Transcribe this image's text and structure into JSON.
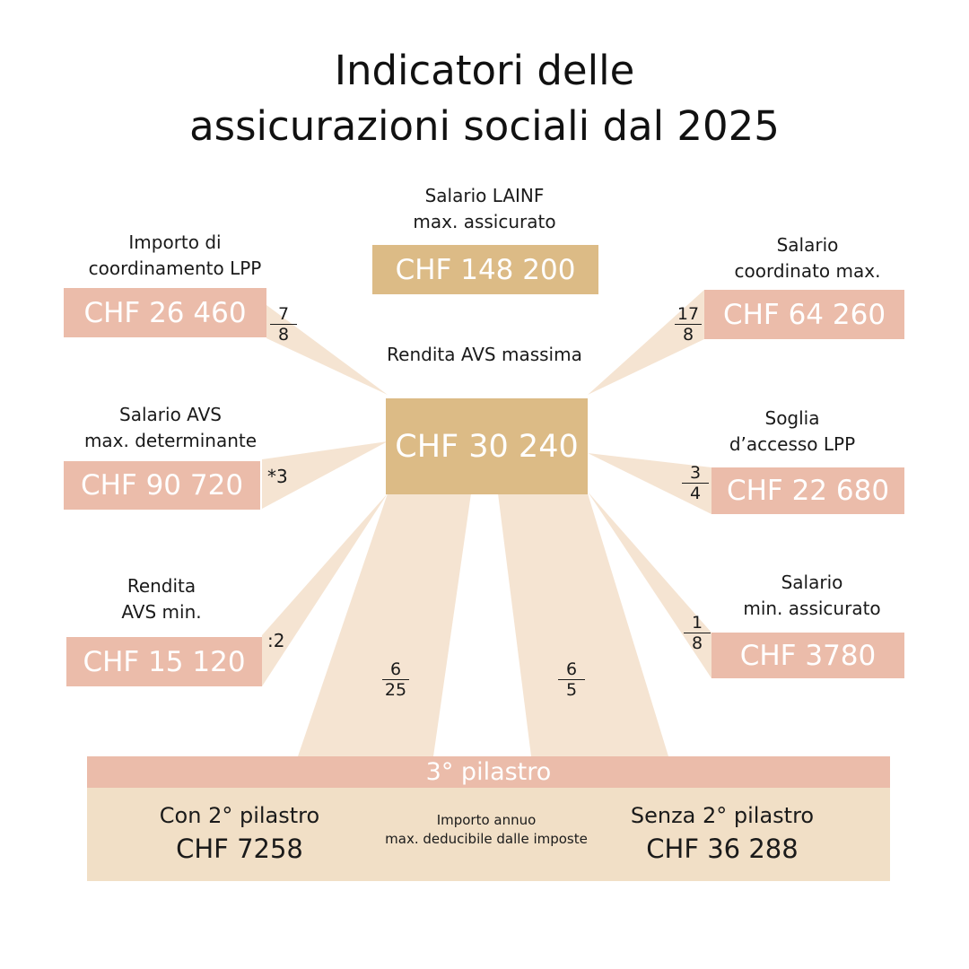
{
  "title": {
    "line1": "Indicatori delle",
    "line2": "assicurazioni sociali dal 2025"
  },
  "center": {
    "label": "Rendita AVS massima",
    "value": "CHF 30 240"
  },
  "top": {
    "label_line1": "Salario LAINF",
    "label_line2": "max. assicurato",
    "value": "CHF 148 200"
  },
  "nodes": {
    "coordination": {
      "label_line1": "Importo di",
      "label_line2": "coordinamento LPP",
      "value": "CHF 26 460",
      "num": "7",
      "den": "8"
    },
    "avs_salary": {
      "label_line1": "Salario AVS",
      "label_line2": "max. determinante",
      "value": "CHF 90 720",
      "op": "*3"
    },
    "avs_min": {
      "label_line1": "Rendita",
      "label_line2": "AVS min.",
      "value": "CHF 15 120",
      "op": ":2"
    },
    "coord_max": {
      "label_line1": "Salario",
      "label_line2": "coordinato max.",
      "value": "CHF 64 260",
      "num": "17",
      "den": "8"
    },
    "threshold": {
      "label_line1": "Soglia",
      "label_line2": "d’accesso LPP",
      "value": "CHF 22 680",
      "num": "3",
      "den": "4"
    },
    "min_insured": {
      "label_line1": "Salario",
      "label_line2": "min. assicurato",
      "value": "CHF 3780",
      "num": "1",
      "den": "8"
    }
  },
  "pillar_fracs": {
    "left": {
      "num": "6",
      "den": "25"
    },
    "right": {
      "num": "6",
      "den": "5"
    }
  },
  "pillar": {
    "title": "3° pilastro",
    "with_label": "Con 2° pilastro",
    "with_value": "CHF 7258",
    "middle_line1": "Importo annuo",
    "middle_line2": "max. deducibile dalle imposte",
    "without_label": "Senza 2° pilastro",
    "without_value": "CHF 36 288"
  },
  "colors": {
    "gold": "#dcbb86",
    "pink": "#ebbcaa",
    "ray": "#f5e4d2",
    "pillar_bg": "#f1dfc6"
  }
}
